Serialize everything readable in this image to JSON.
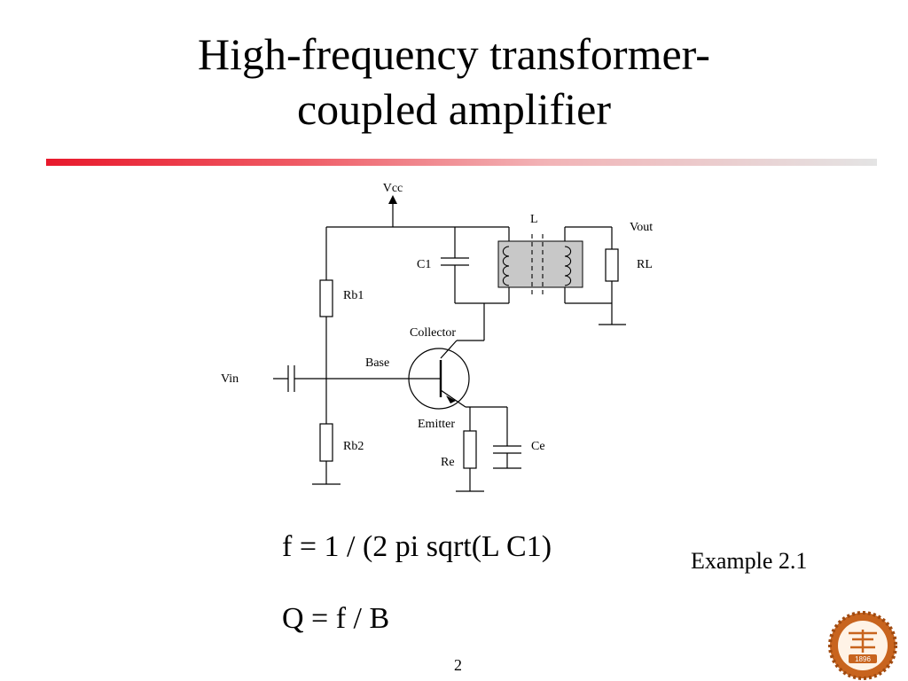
{
  "slide": {
    "title_line1": "High-frequency transformer-",
    "title_line2": "coupled amplifier",
    "equation_f": "f = 1 / (2 pi sqrt(L C1)",
    "equation_q": "Q = f / B",
    "example_label": "Example 2.1",
    "page_number": "2",
    "accent_color": "#e8192c",
    "logo_color": "#c8641e",
    "logo_year": "1896"
  },
  "circuit": {
    "vcc": "Vcc",
    "inductor": "L",
    "vout": "Vout",
    "c1": "C1",
    "rl": "RL",
    "rb1": "Rb1",
    "collector": "Collector",
    "base": "Base",
    "vin": "Vin",
    "emitter": "Emitter",
    "rb2": "Rb2",
    "ce": "Ce",
    "re": "Re"
  }
}
